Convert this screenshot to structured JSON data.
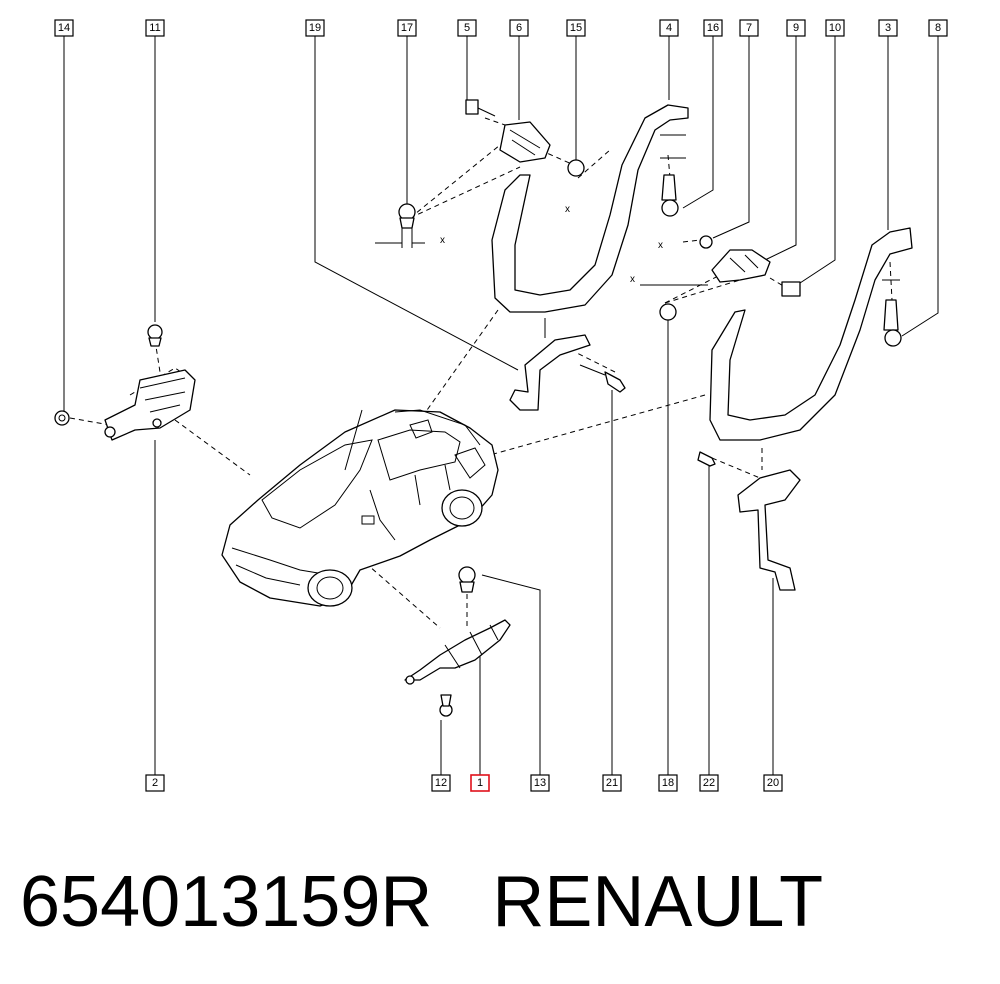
{
  "diagram": {
    "callouts": [
      "14",
      "11",
      "19",
      "17",
      "5",
      "6",
      "15",
      "4",
      "16",
      "7",
      "9",
      "10",
      "3",
      "8",
      "2",
      "12",
      "1",
      "13",
      "21",
      "18",
      "22",
      "20"
    ],
    "highlighted_callout": "1",
    "dimension_marks": [
      "x",
      "x",
      "x",
      "x"
    ]
  },
  "caption": {
    "part_number": "654013159R",
    "brand": "RENAULT"
  },
  "colors": {
    "line": "#000000",
    "highlight": "#e0101a",
    "background": "#ffffff"
  }
}
